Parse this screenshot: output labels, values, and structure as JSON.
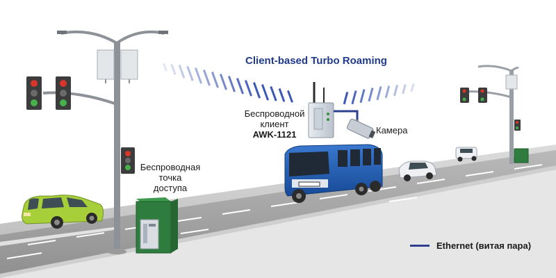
{
  "diagram": {
    "title": "Client-based Turbo Roaming",
    "client_label": {
      "line1": "Беспроводной",
      "line2": "клиент",
      "model": "AWK-1121"
    },
    "camera_label": "Камера",
    "access_point_label": {
      "line1": "Беспроводная",
      "line2": "точка",
      "line3": "доступа"
    },
    "legend": {
      "ethernet_label": "Ethernet (витая пара)",
      "ethernet_color": "#2e3f8f"
    },
    "colors": {
      "road": "#9b9b9b",
      "cabinet": "#2f7d3e",
      "bus": "#1f56a8",
      "car": "#a6cf3a",
      "signal_wave": "#3b57b5",
      "title": "#1f3a8a"
    }
  }
}
